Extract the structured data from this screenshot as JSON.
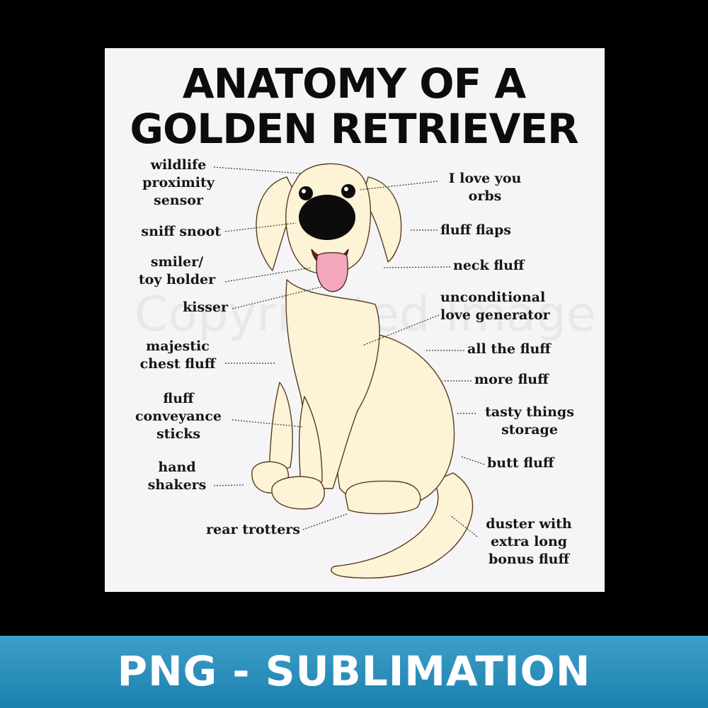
{
  "title": {
    "line1": "ANATOMY OF A",
    "line2": "GOLDEN RETRIEVER"
  },
  "labels": {
    "wildlife_sensor": [
      "wildlife",
      "proximity",
      "sensor"
    ],
    "sniff_snoot": [
      "sniff snoot"
    ],
    "smiler": [
      "smiler/",
      "toy holder"
    ],
    "kisser": [
      "kisser"
    ],
    "chest_fluff": [
      "majestic",
      "chest fluff"
    ],
    "conveyance": [
      "fluff",
      "conveyance",
      "sticks"
    ],
    "hand_shakers": [
      "hand",
      "shakers"
    ],
    "rear_trotters": [
      "rear trotters"
    ],
    "love_orbs": [
      "I love you",
      "orbs"
    ],
    "fluff_flaps": [
      "fluff flaps"
    ],
    "neck_fluff": [
      "neck fluff"
    ],
    "love_generator": [
      "unconditional",
      "love generator"
    ],
    "all_fluff": [
      "all the fluff"
    ],
    "more_fluff": [
      "more fluff"
    ],
    "tasty_storage": [
      "tasty things",
      "storage"
    ],
    "butt_fluff": [
      "butt fluff"
    ],
    "duster": [
      "duster with",
      "extra long",
      "bonus fluff"
    ]
  },
  "watermark": "Copyrighted Image",
  "banner": "PNG - SUBLIMATION",
  "colors": {
    "background": "#000000",
    "poster": "#f5f5f7",
    "dog_fur": "#fdf3d6",
    "outline": "#5b3b1f",
    "tongue": "#f2a7bd",
    "banner": "#2a8fbd"
  }
}
